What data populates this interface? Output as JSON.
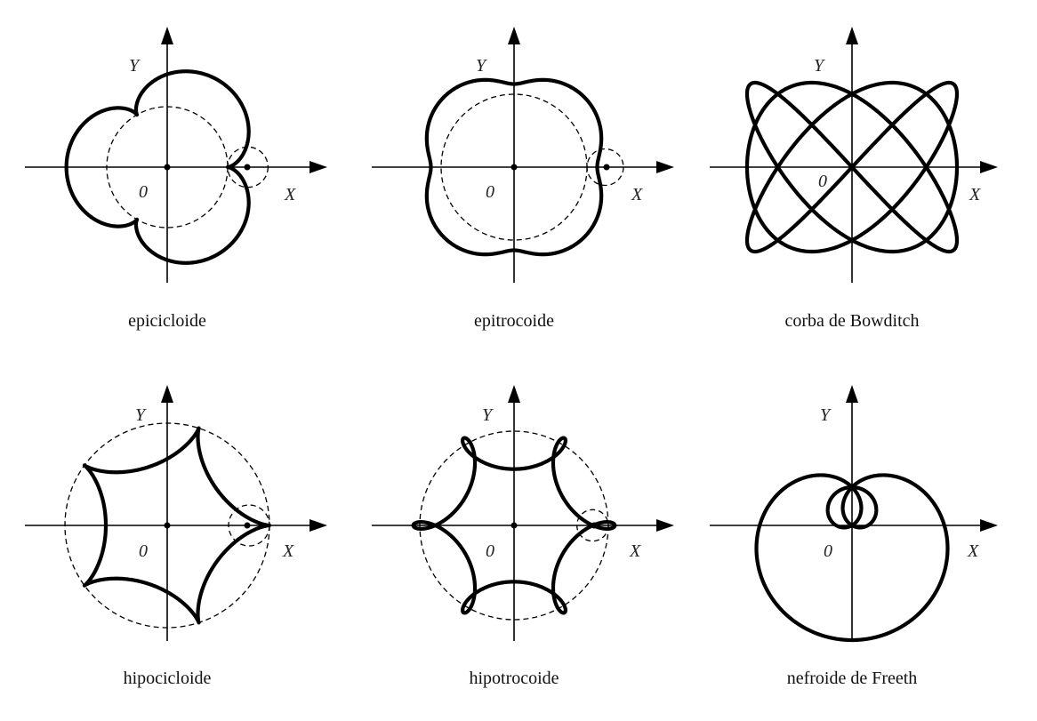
{
  "panels": [
    {
      "id": "epicycloid",
      "caption": "epicicloide",
      "x_label": "X",
      "y_label": "Y",
      "origin_label": "0"
    },
    {
      "id": "epitrochoid",
      "caption": "epitrocoide",
      "x_label": "X",
      "y_label": "Y",
      "origin_label": "0"
    },
    {
      "id": "bowditch",
      "caption": "corba de Bowditch",
      "x_label": "X",
      "y_label": "Y",
      "origin_label": "0"
    },
    {
      "id": "hypocycloid",
      "caption": "hipocicloide",
      "x_label": "X",
      "y_label": "Y",
      "origin_label": "0"
    },
    {
      "id": "hypotrochoid",
      "caption": "hipotrocoide",
      "x_label": "X",
      "y_label": "Y",
      "origin_label": "0"
    },
    {
      "id": "freeth",
      "caption": "nefroide de Freeth",
      "x_label": "X",
      "y_label": "Y",
      "origin_label": "0"
    }
  ]
}
